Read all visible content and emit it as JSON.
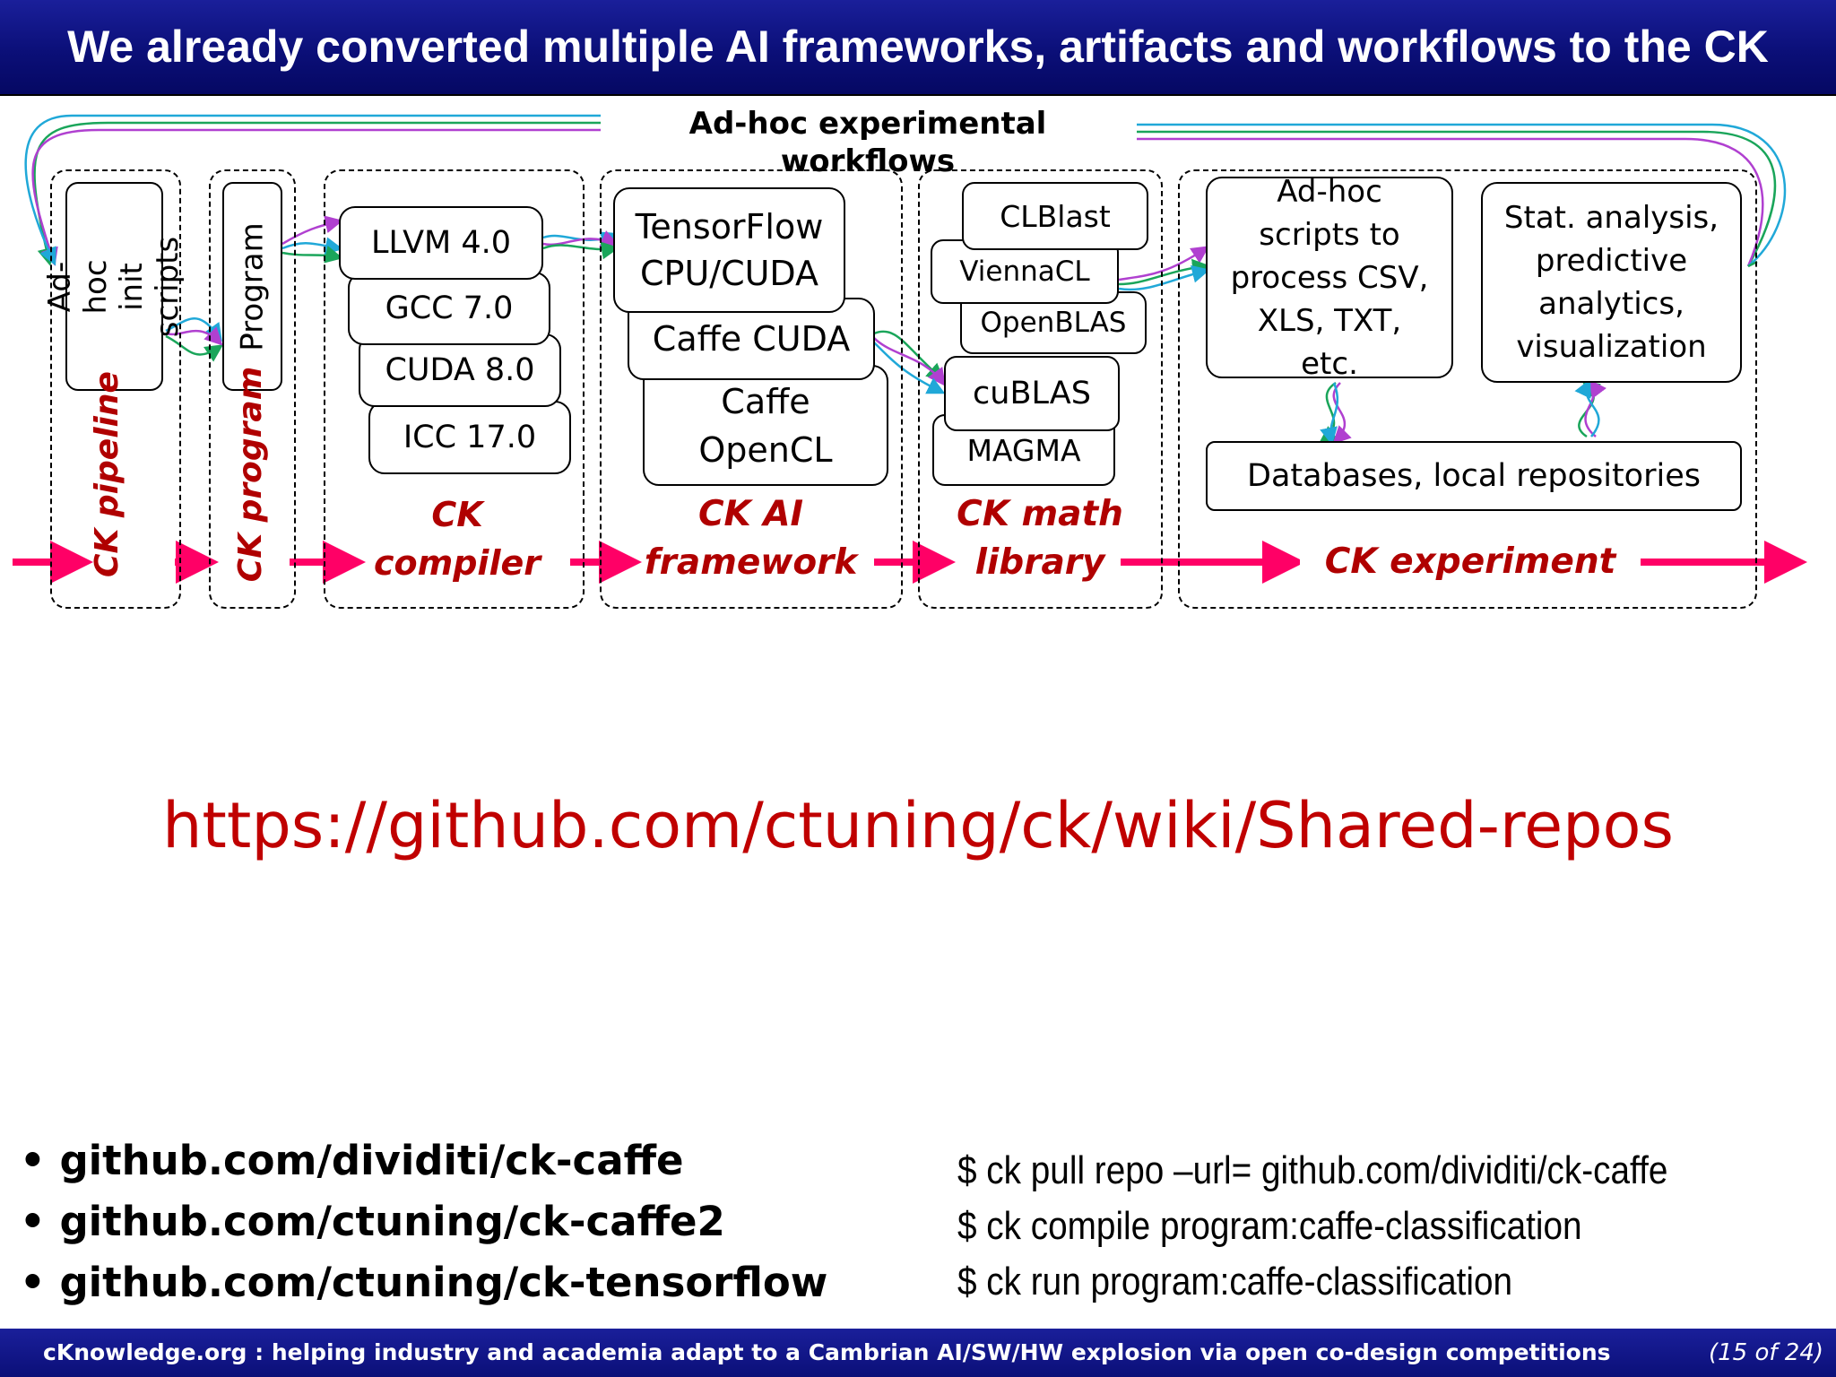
{
  "title": "We already converted multiple AI frameworks, artifacts and workflows to the CK",
  "diagram": {
    "workflow_label": "Ad-hoc experimental workflows",
    "pipeline": {
      "box": "Ad-hoc init scripts",
      "label": "CK pipeline"
    },
    "program": {
      "box": "Program",
      "label": "CK program"
    },
    "compiler": {
      "items": [
        "LLVM 4.0",
        "GCC 7.0",
        "CUDA 8.0",
        "ICC 17.0"
      ],
      "label_line1": "CK",
      "label_line2": "compiler"
    },
    "ai_framework": {
      "items": [
        "TensorFlow CPU/CUDA",
        "Caffe CUDA",
        "Caffe OpenCL"
      ],
      "label_line1": "CK AI",
      "label_line2": "framework"
    },
    "math_library": {
      "items": [
        "CLBlast",
        "ViennaCL",
        "OpenBLAS",
        "cuBLAS",
        "MAGMA"
      ],
      "label_line1": "CK math",
      "label_line2": "library"
    },
    "experiment": {
      "scripts_box": "Ad-hoc scripts to process CSV, XLS, TXT, etc.",
      "analysis_box": "Stat. analysis, predictive analytics, visualization",
      "databases_box": "Databases, local repositories",
      "label": "CK experiment"
    },
    "colors": {
      "arrow": "#ff0066",
      "label": "#b00000",
      "flow_green": "#1aa55a",
      "flow_purple": "#b040d0",
      "flow_blue": "#20a8d8"
    }
  },
  "url": "https://github.com/ctuning/ck/wiki/Shared-repos",
  "repos": [
    "github.com/dividiti/ck-caffe",
    "github.com/ctuning/ck-caffe2",
    "github.com/ctuning/ck-tensorflow"
  ],
  "commands": [
    "$ ck pull repo –url= github.com/dividiti/ck-caffe",
    "$ ck compile program:caffe-classification",
    "$ ck run program:caffe-classification"
  ],
  "footer": {
    "text": "cKnowledge.org : helping industry and academia adapt to a Cambrian AI/SW/HW explosion via open co-design competitions",
    "page": "(15 of 24)"
  }
}
